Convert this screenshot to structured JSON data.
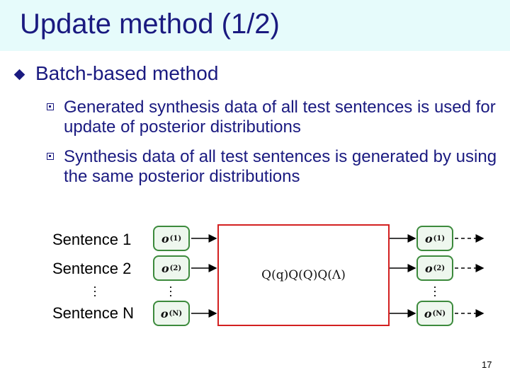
{
  "title": "Update method (1/2)",
  "bullet_main": "Batch-based method",
  "sub_bullets": [
    "Generated synthesis data of all test sentences is used for update of posterior distributions",
    "Synthesis data of all test sentences is generated by using the same posterior distributions"
  ],
  "diagram": {
    "sentence_labels": [
      "Sentence 1",
      "Sentence 2",
      "Sentence N"
    ],
    "input_obs": [
      {
        "base": "o",
        "sup": "(1)"
      },
      {
        "base": "o",
        "sup": "(2)"
      },
      {
        "base": "o",
        "sup": "(N)"
      }
    ],
    "output_obs": [
      {
        "base": "o",
        "sup": "(1)"
      },
      {
        "base": "o",
        "sup": "(2)"
      },
      {
        "base": "o",
        "sup": "(N)"
      }
    ],
    "formula": "Q(q)Q(Q)Q(Λ)",
    "colors": {
      "box_border": "#d32020",
      "obs_border": "#3c8a3c",
      "obs_fill": "#eef7ee",
      "text_blue": "#1a1a80"
    }
  },
  "page_number": "17"
}
